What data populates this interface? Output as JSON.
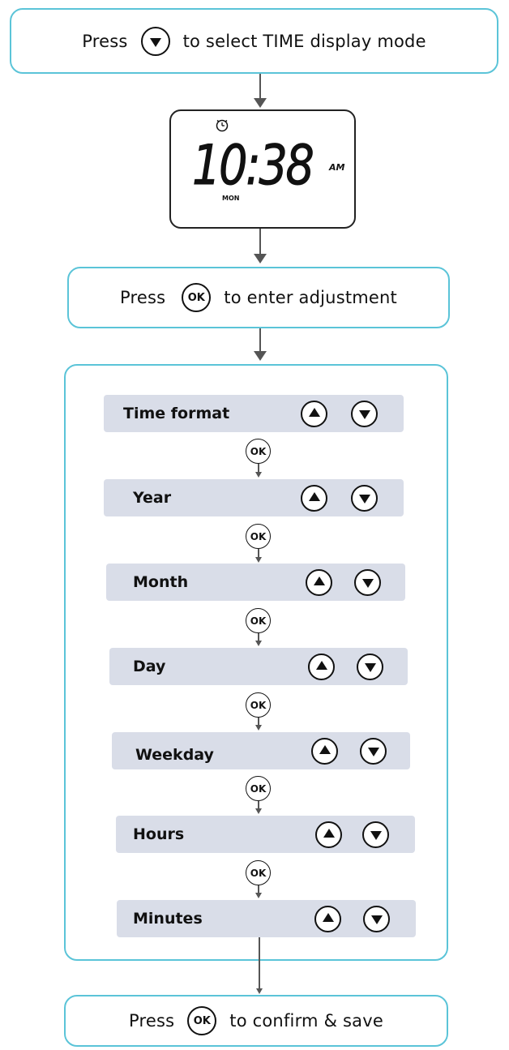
{
  "step1": {
    "prefix": "Press",
    "button_icon": "down-triangle-icon",
    "suffix": "to select TIME display mode"
  },
  "display": {
    "time": "10:38",
    "ampm": "AM",
    "day": "MON",
    "clock_icon": "alarm-clock-icon"
  },
  "step2": {
    "prefix": "Press",
    "button": "OK",
    "suffix": "to enter adjustment"
  },
  "settings": [
    {
      "label": "Time format",
      "ok": "OK"
    },
    {
      "label": "Year",
      "ok": "OK"
    },
    {
      "label": "Month",
      "ok": "OK"
    },
    {
      "label": "Day",
      "ok": "OK"
    },
    {
      "label": "Weekday",
      "ok": "OK"
    },
    {
      "label": "Hours",
      "ok": "OK"
    },
    {
      "label": "Minutes"
    }
  ],
  "step3": {
    "prefix": "Press",
    "button": "OK",
    "suffix": "to confirm & save"
  },
  "colors": {
    "box_border": "#5bc4d8",
    "bar_fill": "#d9dde8",
    "arrow": "#555555"
  }
}
